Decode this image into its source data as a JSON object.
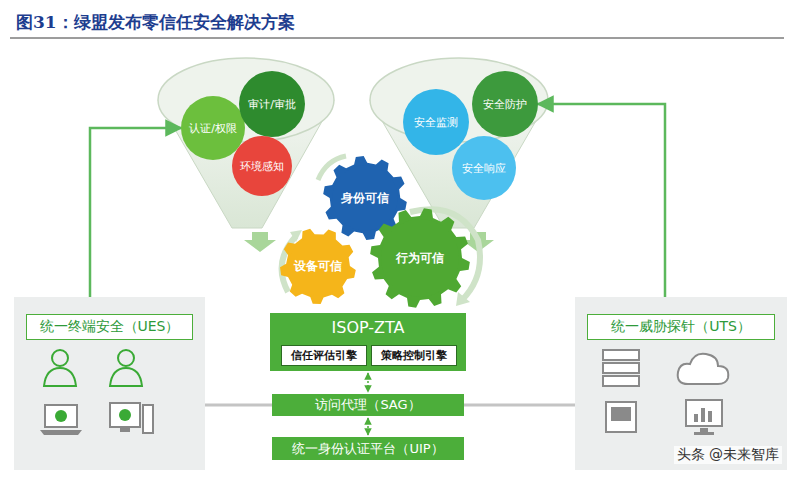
{
  "diagram": {
    "title": "图31：绿盟发布零信任安全解决方案",
    "nodes": [
      {
        "text": [
          "认证/权限"
        ]
      },
      {
        "text": [
          "审计/审批"
        ]
      },
      {
        "text": [
          "环境感知"
        ]
      },
      {
        "text": [
          "安全监测"
        ]
      },
      {
        "text": [
          "安全防护"
        ]
      },
      {
        "text": [
          "安全响应"
        ]
      },
      {
        "text": [
          "身份可信"
        ]
      },
      {
        "text": [
          "设备可信"
        ]
      },
      {
        "text": [
          "行为可信"
        ]
      },
      {
        "text": [
          "ISOP-ZTA"
        ]
      },
      {
        "text": [
          "信任评估引擎"
        ],
        "in": 9
      },
      {
        "text": [
          "策略控制引擎"
        ],
        "in": 9
      },
      {
        "text": [
          "访问代理（SAG）"
        ]
      },
      {
        "text": [
          "统一身份认证平台（UIP）"
        ]
      },
      {
        "text": [
          "统一终端安全（UES）"
        ]
      },
      {
        "text": [
          "统一威胁探针（UTS）"
        ]
      }
    ],
    "edges": [
      {
        "from": 14,
        "to": 0,
        "arrow": "to"
      },
      {
        "from": 15,
        "to": 4,
        "arrow": "to"
      },
      {
        "from": 9,
        "to": 12,
        "arrow": "both"
      },
      {
        "from": 12,
        "to": 13,
        "arrow": "both"
      },
      {
        "from": 14,
        "to": 12,
        "arrow": "none"
      },
      {
        "from": 12,
        "to": 15,
        "arrow": "none"
      }
    ],
    "labels": [
      "头条 @未来智库"
    ]
  }
}
